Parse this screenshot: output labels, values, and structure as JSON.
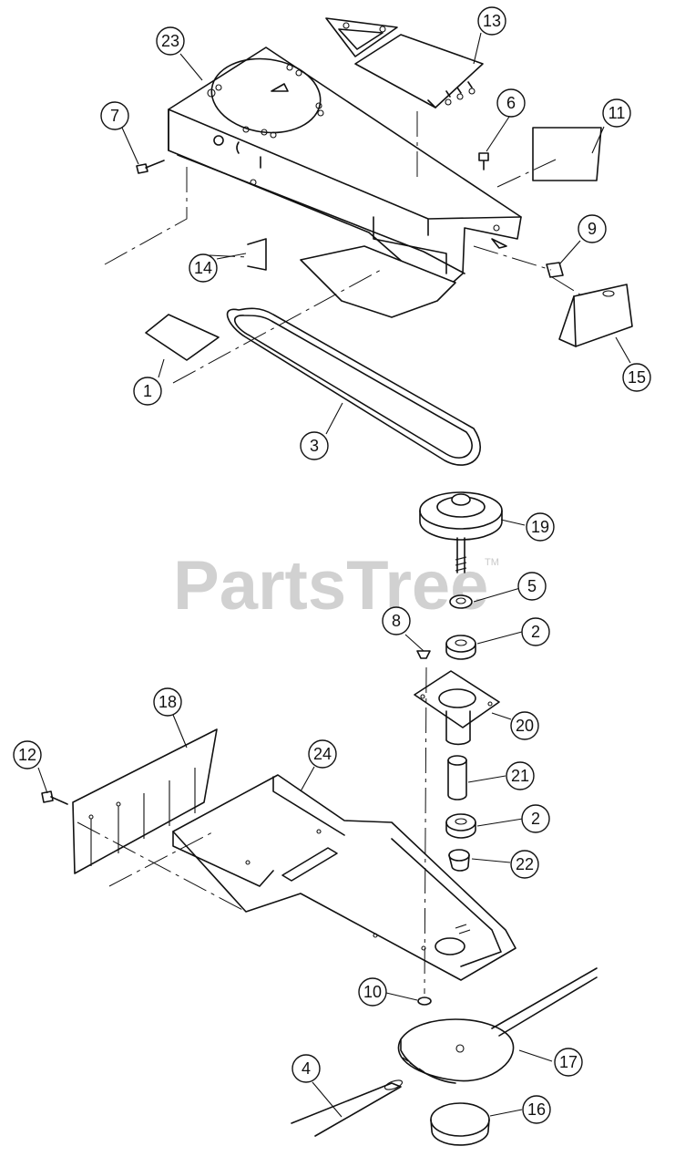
{
  "watermark": {
    "text": "PartsTree",
    "mark": "TM"
  },
  "callouts": [
    {
      "label": "23"
    },
    {
      "label": "13"
    },
    {
      "label": "7"
    },
    {
      "label": "6"
    },
    {
      "label": "11"
    },
    {
      "label": "9"
    },
    {
      "label": "14"
    },
    {
      "label": "15"
    },
    {
      "label": "1"
    },
    {
      "label": "3"
    },
    {
      "label": "19"
    },
    {
      "label": "5"
    },
    {
      "label": "8"
    },
    {
      "label": "2"
    },
    {
      "label": "20"
    },
    {
      "label": "18"
    },
    {
      "label": "12"
    },
    {
      "label": "24"
    },
    {
      "label": "21"
    },
    {
      "label": "2"
    },
    {
      "label": "22"
    },
    {
      "label": "10"
    },
    {
      "label": "17"
    },
    {
      "label": "4"
    },
    {
      "label": "16"
    }
  ]
}
